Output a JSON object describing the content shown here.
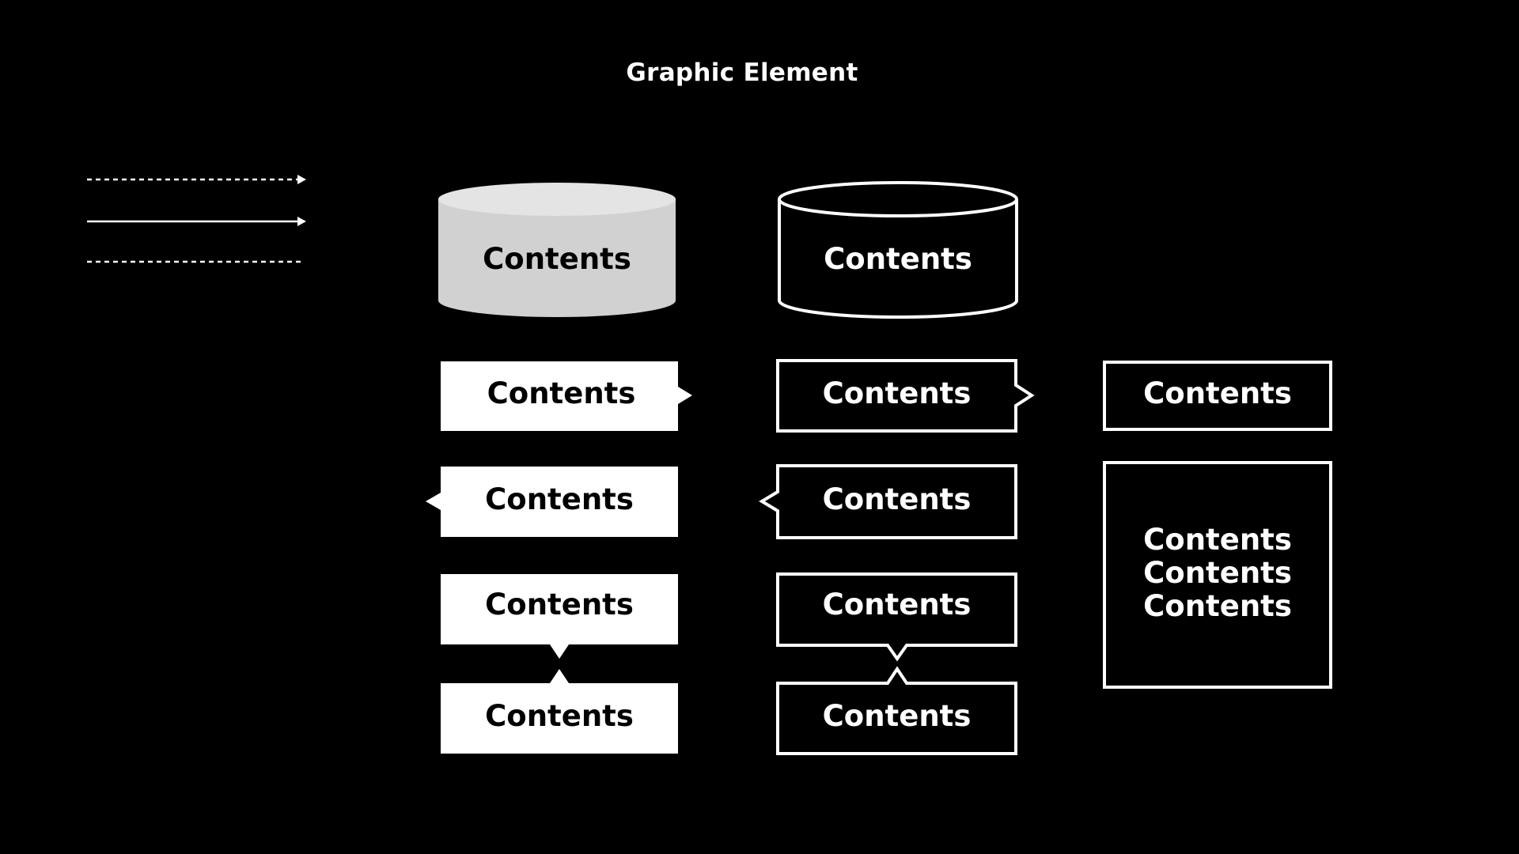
{
  "title": "Graphic Element",
  "colors": {
    "background": "#000000",
    "foreground": "#ffffff",
    "cylinder_fill": "#d1d1d1",
    "cylinder_top": "#e4e4e4"
  },
  "line_styles": [
    "dashed-arrow",
    "solid-arrow",
    "dashed-line"
  ],
  "cylinders": {
    "filled_label": "Contents",
    "outlined_label": "Contents"
  },
  "filled_boxes": {
    "right_pointer": "Contents",
    "left_pointer": "Contents",
    "connected_top": "Contents",
    "connected_bottom": "Contents"
  },
  "outlined_boxes": {
    "right_pointer": "Contents",
    "left_pointer": "Contents",
    "connected_top": "Contents",
    "connected_bottom": "Contents"
  },
  "plain_boxes": {
    "single": "Contents",
    "multi": [
      "Contents",
      "Contents",
      "Contents"
    ]
  }
}
